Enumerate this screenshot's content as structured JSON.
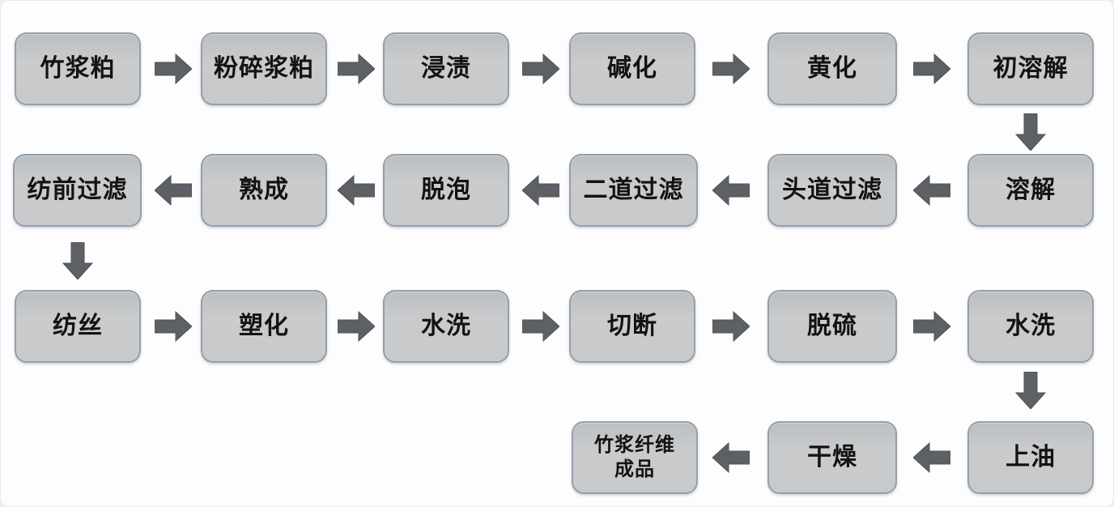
{
  "diagram": {
    "type": "flowchart",
    "language": "zh-CN",
    "subject": "bamboo pulp fiber production process",
    "colors": {
      "background": "#fdfdfe",
      "node_fill": "#c8cacc",
      "node_border": "#93a0ab",
      "node_text": "#131313",
      "arrow": "#5d6165"
    },
    "nodes": [
      {
        "label": "竹浆粕"
      },
      {
        "label": "粉碎浆粕"
      },
      {
        "label": "浸渍"
      },
      {
        "label": "碱化"
      },
      {
        "label": "黄化"
      },
      {
        "label": "初溶解"
      },
      {
        "label": "溶解"
      },
      {
        "label": "头道过滤"
      },
      {
        "label": "二道过滤"
      },
      {
        "label": "脱泡"
      },
      {
        "label": "熟成"
      },
      {
        "label": "纺前过滤"
      },
      {
        "label": "纺丝"
      },
      {
        "label": "塑化"
      },
      {
        "label": "水洗"
      },
      {
        "label": "切断"
      },
      {
        "label": "脱硫"
      },
      {
        "label": "水洗"
      },
      {
        "label": "上油"
      },
      {
        "label": "干燥"
      },
      {
        "label": "竹浆纤维\n成品"
      }
    ],
    "flow_sequence": [
      "竹浆粕",
      "粉碎浆粕",
      "浸渍",
      "碱化",
      "黄化",
      "初溶解",
      "溶解",
      "头道过滤",
      "二道过滤",
      "脱泡",
      "熟成",
      "纺前过滤",
      "纺丝",
      "塑化",
      "水洗",
      "切断",
      "脱硫",
      "水洗",
      "上油",
      "干燥",
      "竹浆纤维成品"
    ]
  }
}
